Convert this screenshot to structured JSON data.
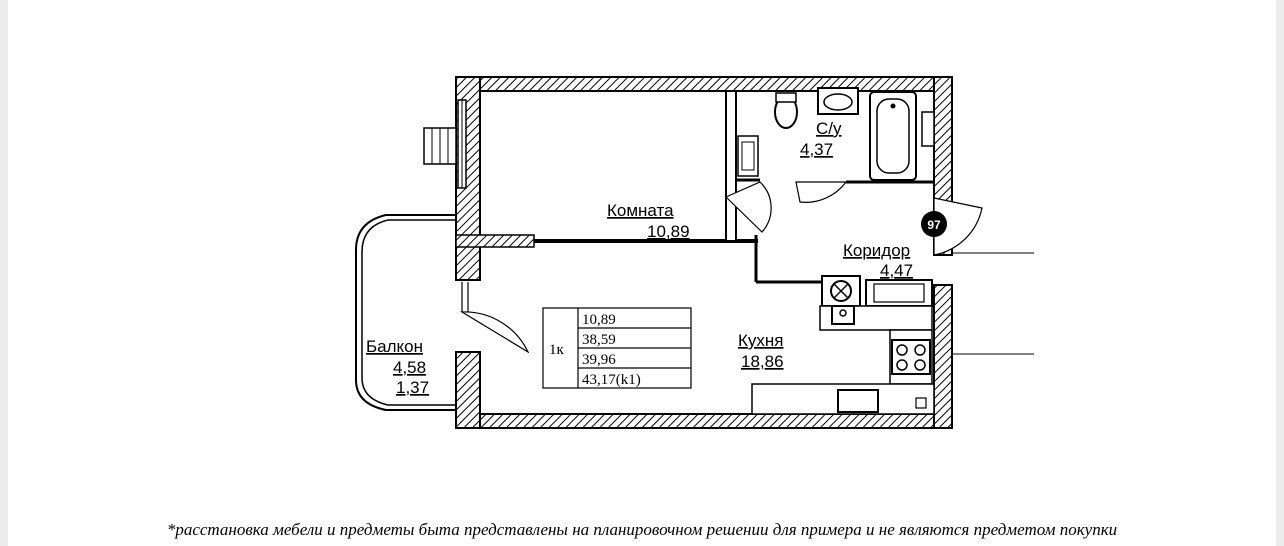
{
  "rooms": {
    "room": {
      "name": "Комната",
      "area": "10,89"
    },
    "bathroom": {
      "name": "С/у",
      "area": "4,37"
    },
    "corridor": {
      "name": "Коридор",
      "area": "4,47"
    },
    "kitchen": {
      "name": "Кухня",
      "area": "18,86"
    },
    "balcony": {
      "name": "Балкон",
      "area": "4,58",
      "area_reduced": "1,37"
    }
  },
  "marker": "97",
  "summary": {
    "type": "1к",
    "rows": [
      "10,89",
      "38,59",
      "39,96",
      "43,17(k1)"
    ]
  },
  "footnote": "*расстановка мебели и предметы быта представлены на планировочном решении для примера и не являются предметом покупки"
}
